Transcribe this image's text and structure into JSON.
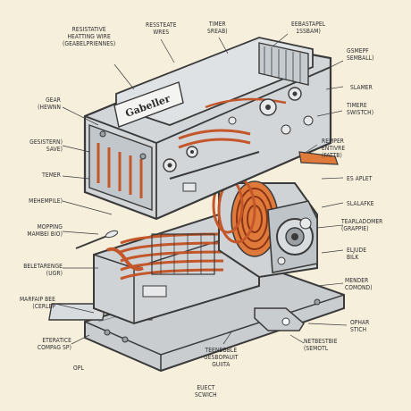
{
  "device_brand": "Gabeller",
  "colors": {
    "background": "#f6efdc",
    "metal": "#c9cdd0",
    "metal_dark": "#9aa0a4",
    "outline": "#3a3a3a",
    "copper": "#c4572a",
    "accent": "#e07a3a"
  },
  "labels": {
    "resistive_heating_wire": "RESISTATIVE\nHEATTING WIRE\n(GEABELPRIENNES)",
    "resistate_wires": "RESSTEATE\nWRES",
    "timer_top": "TIMER\nSREAB)",
    "essastapel": "EEBASTAPEL\n1SSBAM)",
    "gesmepf": "GSMEPF\nSEMBALL)",
    "slamer": "SLAMER",
    "gear": "GEAR\n(HEWNN",
    "timere_switch": "TIMERE\nSWISTCH)",
    "gesistern": "GESISTERN)\nSAVE)",
    "remper_entivre": "REMPER\nENTIVRE\n(FATTB)",
    "temer": "TEMER",
    "es_aplet": "ES APLET",
    "mehempile": "MEHEMPILE)",
    "slalafke": "SLALAFKE",
    "mopping": "MOPPING\nMAMBEI BIO)",
    "tearladomer": "TEARLADOMER\n(GRAPPIE)",
    "eljude_bilk": "ELJUDE\nBILK",
    "beletarenge": "BELETARENGE\n(UGR)",
    "marfaip_bee": "MARFAIP BEE\n(CERLEP",
    "mender_comond": "MENDER\nCOMOND)",
    "etevatice": "ETERATICE\nCOMPAG SP)",
    "ophar_stich": "OPHAR\nSTICH",
    "opl": "OPL",
    "tebenbble": "TEENBBBLE\nGESBOPAUIT\nGUIITA",
    "netbestbe": "NETBESTBIE\n(SEMOTL",
    "euect_scwich": "EUECT\nSCWICH"
  }
}
